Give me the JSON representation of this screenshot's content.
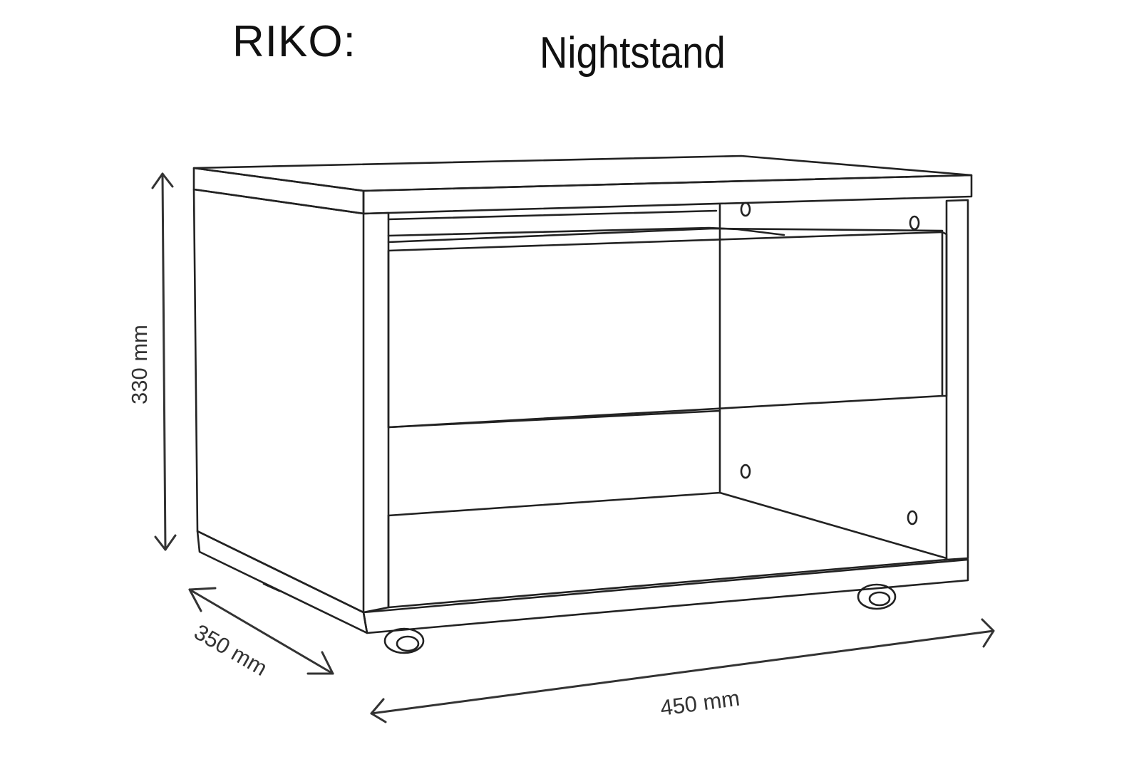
{
  "header": {
    "brand": "RIKO:",
    "product": "Nightstand"
  },
  "dimensions": {
    "height": "330 mm",
    "depth": "350 mm",
    "width": "450 mm"
  },
  "colors": {
    "line": "#222222",
    "background": "#ffffff",
    "text": "#111111"
  }
}
